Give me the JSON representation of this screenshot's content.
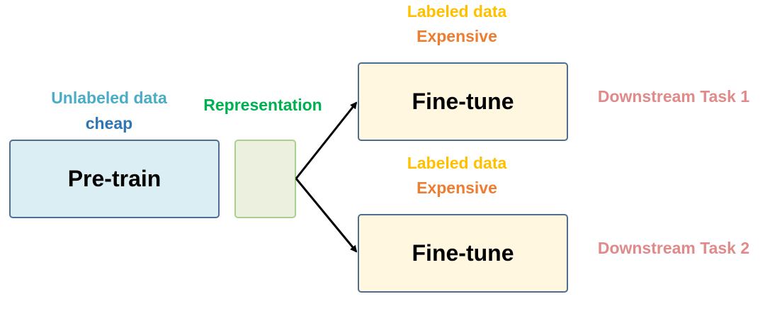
{
  "pretrain": {
    "label": "Pre-train",
    "data_label": "Unlabeled data",
    "cost_label": "cheap"
  },
  "representation": {
    "label": "Representation"
  },
  "branches": [
    {
      "box_label": "Fine-tune",
      "data_label": "Labeled data",
      "cost_label": "Expensive",
      "task_label": "Downstream Task 1"
    },
    {
      "box_label": "Fine-tune",
      "data_label": "Labeled data",
      "cost_label": "Expensive",
      "task_label": "Downstream Task 2"
    }
  ],
  "colors": {
    "unlabeled": "#4BACC6",
    "cheap": "#2E75B6",
    "representation": "#00B050",
    "labeled": "#FFC000",
    "expensive": "#ED7D31",
    "task": "#E08A8A",
    "pretrain_fill": "#DAEEF3",
    "finetune_fill": "#FFF7E0",
    "representation_fill": "#EBF1DE",
    "box_border": "#4F6F92"
  }
}
